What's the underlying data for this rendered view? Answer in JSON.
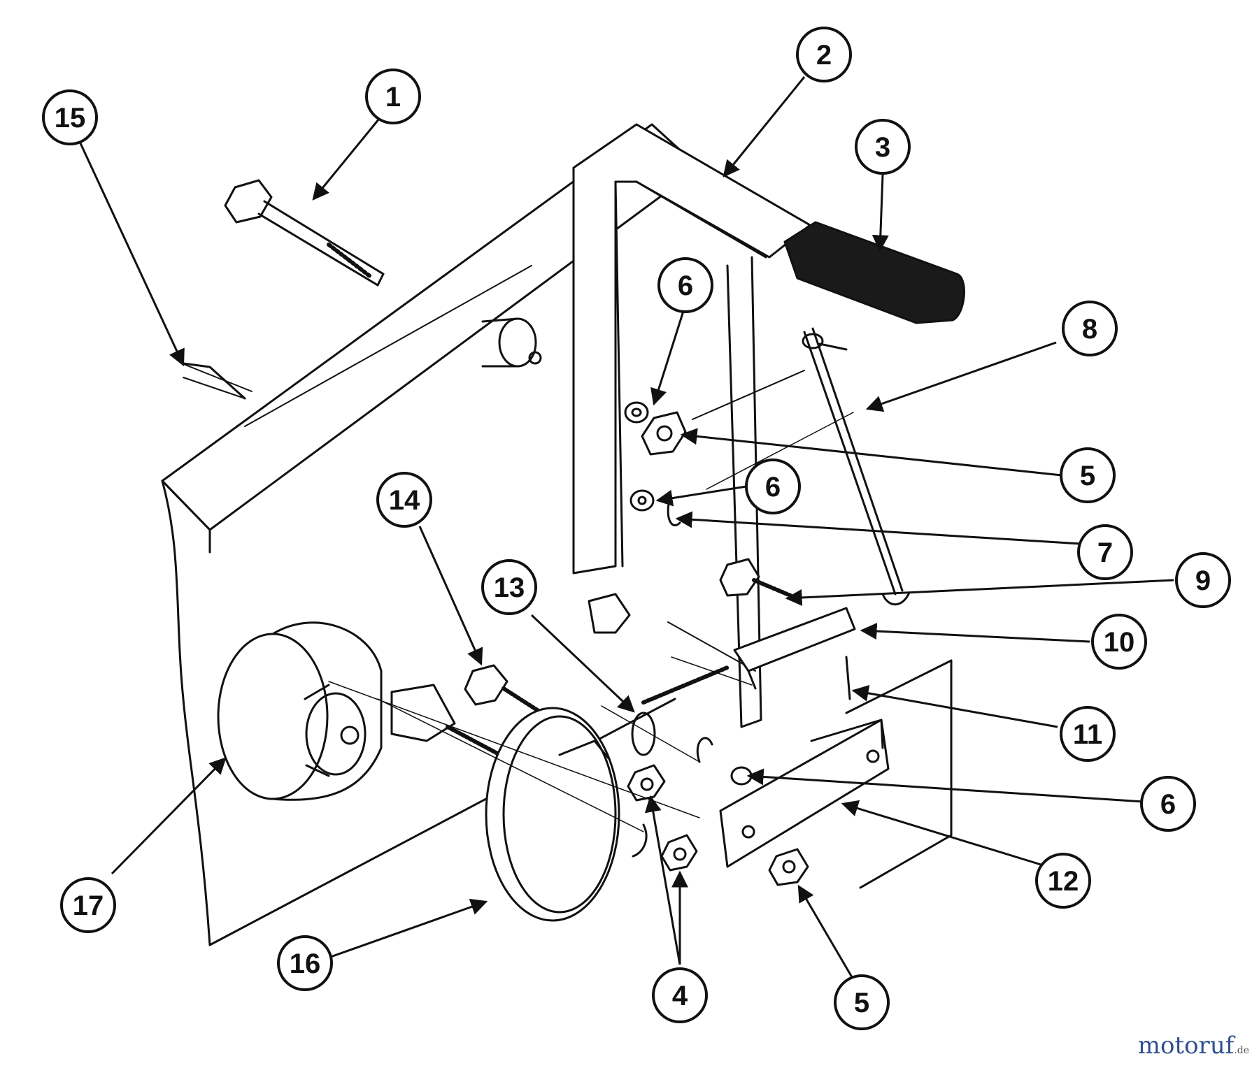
{
  "callouts": [
    {
      "label": "1"
    },
    {
      "label": "2"
    },
    {
      "label": "3"
    },
    {
      "label": "15"
    },
    {
      "label": "6"
    },
    {
      "label": "8"
    },
    {
      "label": "5"
    },
    {
      "label": "6"
    },
    {
      "label": "7"
    },
    {
      "label": "9"
    },
    {
      "label": "14"
    },
    {
      "label": "13"
    },
    {
      "label": "10"
    },
    {
      "label": "11"
    },
    {
      "label": "6"
    },
    {
      "label": "12"
    },
    {
      "label": "17"
    },
    {
      "label": "16"
    },
    {
      "label": "4"
    },
    {
      "label": "5"
    }
  ],
  "watermark": {
    "part1": "motoruf",
    "part2": "",
    "suffix": ".de"
  },
  "colors": {
    "ink": "#111111",
    "paper": "#ffffff",
    "pedal": "#1a1a1a"
  }
}
